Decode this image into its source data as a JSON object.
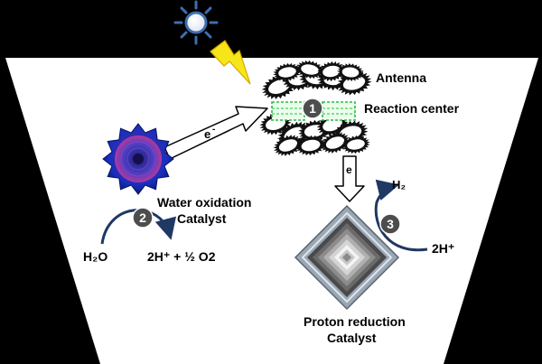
{
  "labels": {
    "antenna": "Antenna",
    "reaction_center": "Reaction center",
    "water_oxidation_line1": "Water oxidation",
    "water_oxidation_line2": "Catalyst",
    "proton_reduction_line1": "Proton reduction",
    "proton_reduction_line2": "Catalyst",
    "electron": "e",
    "electron_charge": "-",
    "h2o": "H₂O",
    "products_water": "2H⁺ + ½ O2",
    "h2": "H₂",
    "protons": "2H⁺"
  },
  "steps": [
    "1",
    "2",
    "3"
  ],
  "icons": [
    "sun-icon",
    "lightning-icon"
  ],
  "colors": {
    "background": "#000000",
    "panel": "#ffffff",
    "sun": "#3d6fb0",
    "lightning": "#f6e619",
    "step_badge": "#4d4d4d",
    "curve_arrow": "#1f3864",
    "reaction_center_dots": "#2db84b",
    "catalyst_blue": "#1a2fc0"
  }
}
